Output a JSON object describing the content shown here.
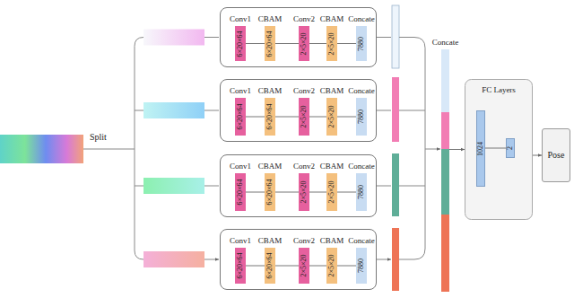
{
  "diagram": {
    "nodes": [
      {
        "text": []
      },
      {
        "text": [
          "Conv1",
          "6×20×64"
        ],
        "in": 0
      },
      {
        "text": [
          "CBAM",
          "6×20×64"
        ],
        "in": 0
      },
      {
        "text": [
          "Conv2",
          "2×5×20"
        ],
        "in": 0
      },
      {
        "text": [
          "CBAM",
          "2×5×20"
        ],
        "in": 0
      },
      {
        "text": [
          "Concate",
          "7880"
        ],
        "in": 0
      },
      {
        "text": []
      },
      {
        "text": [
          "Conv1",
          "6×20×64"
        ],
        "in": 6
      },
      {
        "text": [
          "CBAM",
          "6×20×64"
        ],
        "in": 6
      },
      {
        "text": [
          "Conv2",
          "2×5×20"
        ],
        "in": 6
      },
      {
        "text": [
          "CBAM",
          "2×5×20"
        ],
        "in": 6
      },
      {
        "text": [
          "Concate",
          "7880"
        ],
        "in": 6
      },
      {
        "text": []
      },
      {
        "text": [
          "Conv1",
          "6×20×64"
        ],
        "in": 12
      },
      {
        "text": [
          "CBAM",
          "6×20×64"
        ],
        "in": 12
      },
      {
        "text": [
          "Conv2",
          "2×5×20"
        ],
        "in": 12
      },
      {
        "text": [
          "CBAM",
          "2×5×20"
        ],
        "in": 12
      },
      {
        "text": [
          "Concate",
          "7880"
        ],
        "in": 12
      },
      {
        "text": []
      },
      {
        "text": [
          "Conv1",
          "6×20×64"
        ],
        "in": 18
      },
      {
        "text": [
          "CBAM",
          "6×20×64"
        ],
        "in": 18
      },
      {
        "text": [
          "Conv2",
          "2×5×20"
        ],
        "in": 18
      },
      {
        "text": [
          "CBAM",
          "2×5×20"
        ],
        "in": 18
      },
      {
        "text": [
          "Concate",
          "7880"
        ],
        "in": 18
      },
      {
        "text": [
          "Concate"
        ]
      },
      {
        "text": [
          "FC Layers"
        ]
      },
      {
        "text": [
          "1024"
        ],
        "in": 25
      },
      {
        "text": [
          "2"
        ],
        "in": 25
      },
      {
        "text": [
          "Pose"
        ]
      }
    ],
    "edges": [
      {
        "from": 1,
        "to": 2,
        "arrow": "none"
      },
      {
        "from": 2,
        "to": 3,
        "arrow": "none"
      },
      {
        "from": 3,
        "to": 4,
        "arrow": "none"
      },
      {
        "from": 4,
        "to": 5,
        "arrow": "none"
      },
      {
        "from": 7,
        "to": 8,
        "arrow": "none"
      },
      {
        "from": 8,
        "to": 9,
        "arrow": "none"
      },
      {
        "from": 9,
        "to": 10,
        "arrow": "none"
      },
      {
        "from": 10,
        "to": 11,
        "arrow": "none"
      },
      {
        "from": 13,
        "to": 14,
        "arrow": "none"
      },
      {
        "from": 14,
        "to": 15,
        "arrow": "none"
      },
      {
        "from": 15,
        "to": 16,
        "arrow": "none"
      },
      {
        "from": 16,
        "to": 17,
        "arrow": "none"
      },
      {
        "from": 19,
        "to": 20,
        "arrow": "none"
      },
      {
        "from": 20,
        "to": 21,
        "arrow": "none"
      },
      {
        "from": 21,
        "to": 22,
        "arrow": "none"
      },
      {
        "from": 22,
        "to": 23,
        "arrow": "none"
      },
      {
        "from": 24,
        "to": 25,
        "arrow": "to"
      },
      {
        "from": 26,
        "to": 27,
        "arrow": "none"
      },
      {
        "from": 25,
        "to": 28,
        "arrow": "to"
      }
    ],
    "labels": [
      "Split"
    ]
  }
}
